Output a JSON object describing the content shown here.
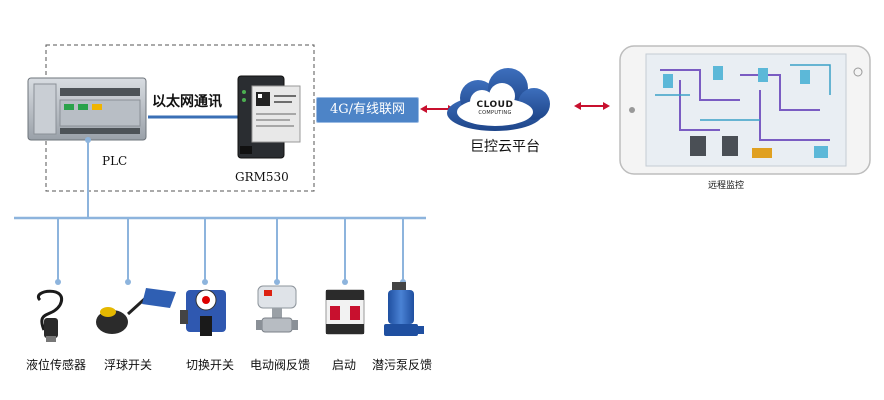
{
  "plc": {
    "label": "PLC"
  },
  "gateway": {
    "model": "GRM530"
  },
  "links": {
    "ethernet": "以太网通讯",
    "cellular": "4G/有线联网"
  },
  "cloud": {
    "logo_line1": "CLOUD",
    "logo_line2": "COMPUTING",
    "platform_name": "巨控云平台"
  },
  "remote": {
    "caption": "远程监控"
  },
  "devices": [
    {
      "name": "液位传感器",
      "icon": "level-sensor-icon"
    },
    {
      "name": "浮球开关",
      "icon": "float-switch-icon"
    },
    {
      "name": "切换开关",
      "icon": "selector-switch-icon"
    },
    {
      "name": "电动阀反馈",
      "icon": "electric-valve-icon"
    },
    {
      "name": "启动",
      "icon": "contactor-icon"
    },
    {
      "name": "潜污泵反馈",
      "icon": "sewage-pump-icon"
    }
  ],
  "colors": {
    "bus": "#8db4dd",
    "ethernet_line": "#3a6fb5",
    "badge": "#4d84c7",
    "arrow": "#c8102e",
    "cloud": "#2f5fa8",
    "dashed_border": "#555555"
  }
}
